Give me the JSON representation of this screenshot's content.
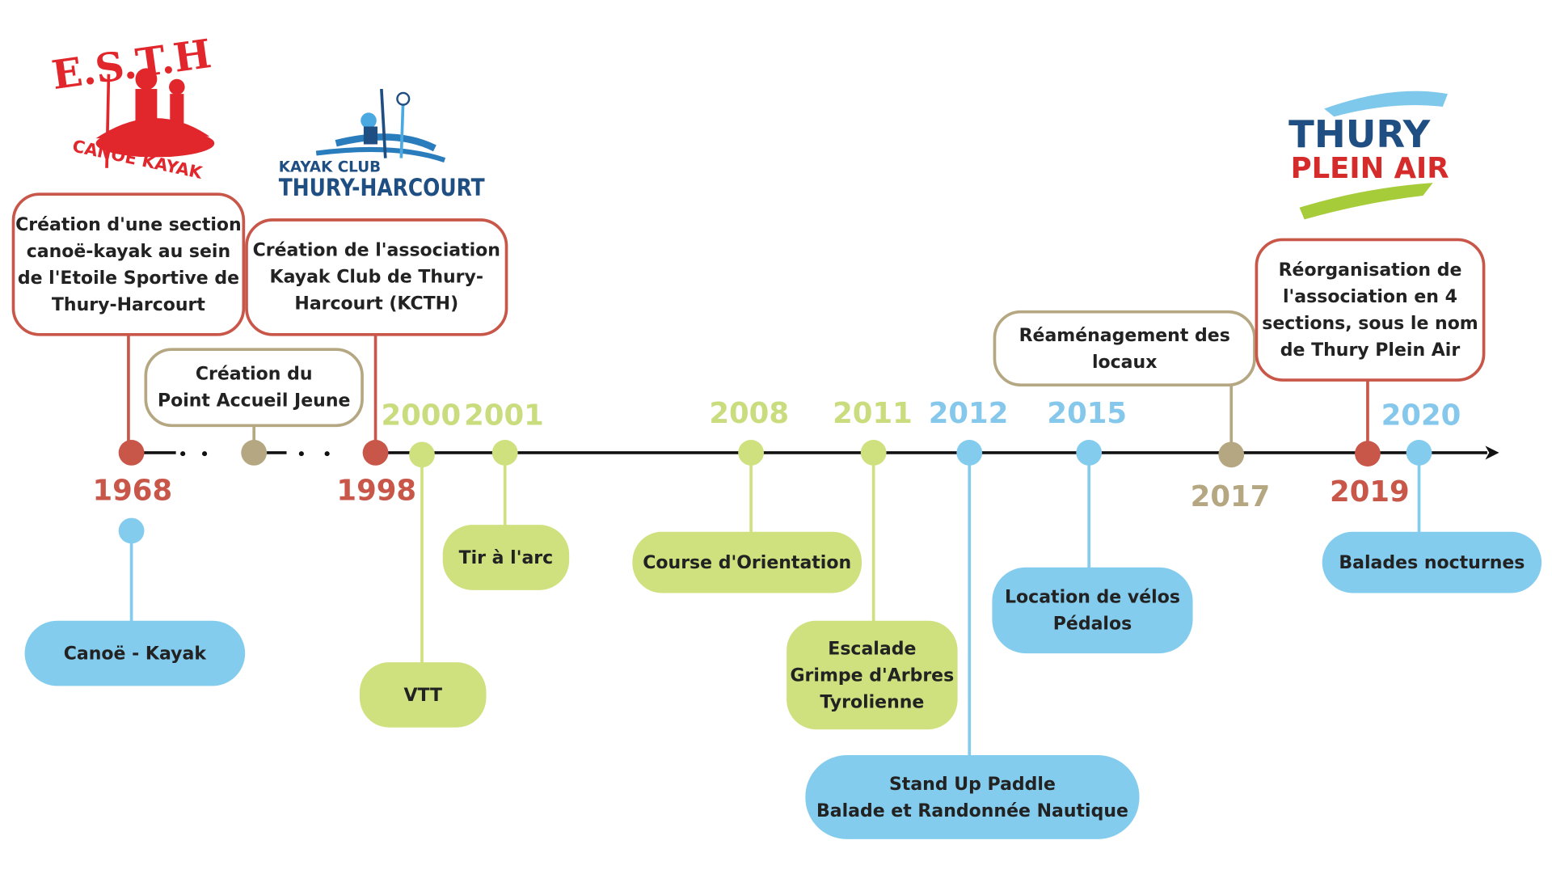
{
  "colors": {
    "red": "#c8574a",
    "tan": "#b5a782",
    "green": "#cfe17e",
    "blue": "#84ccee",
    "year_green": "#c9dc7e",
    "year_blue": "#86c8ec",
    "navy": "#1f4f82"
  },
  "logos": {
    "esth": {
      "letters": "E.S.T.H",
      "sub": "CANOE KAYAK"
    },
    "kcth": {
      "line1": "KAYAK CLUB",
      "line2": "THURY-HARCOURT"
    },
    "tpa": {
      "line1": "THURY",
      "line2": "PLEIN AIR"
    }
  },
  "years": {
    "y1968": "1968",
    "y1998": "1998",
    "y2000": "2000",
    "y2001": "2001",
    "y2008": "2008",
    "y2011": "2011",
    "y2012": "2012",
    "y2015": "2015",
    "y2017": "2017",
    "y2019": "2019",
    "y2020": "2020"
  },
  "events": {
    "e1968": "Création d'une section\ncanoë-kayak au sein\nde l'Etoile Sportive de\nThury-Harcourt",
    "e_paj": "Création du\nPoint Accueil Jeune",
    "e1998": "Création de l'association\nKayak Club de Thury-\nHarcourt (KCTH)",
    "e2017": "Réaménagement des\nlocaux",
    "e2019": "Réorganisation de\nl'association en 4\nsections, sous le nom\nde Thury Plein Air"
  },
  "activities": {
    "canoe": "Canoë - Kayak",
    "vtt": "VTT",
    "tir": "Tir à l'arc",
    "course": "Course d'Orientation",
    "escalade": "Escalade\nGrimpe d'Arbres\nTyrolienne",
    "sup": "Stand Up Paddle\nBalade et Randonnée Nautique",
    "velos": "Location de vélos\nPédalos",
    "balades": "Balades nocturnes"
  }
}
